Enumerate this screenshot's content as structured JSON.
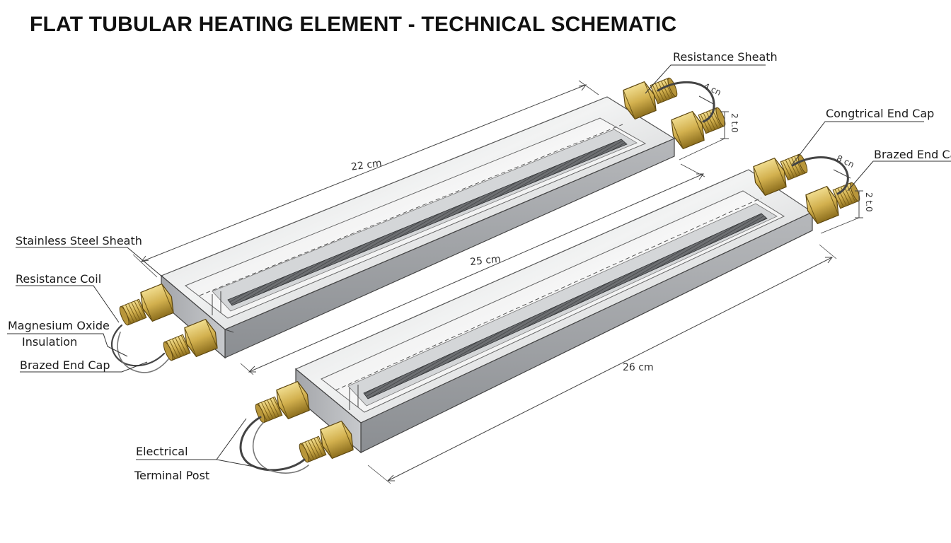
{
  "title": "FLAT TUBULAR HEATING ELEMENT - TECHNICAL SCHEMATIC",
  "labels": {
    "resistance_sheath": "Resistance Sheath",
    "congtrical_end_cap": "Congtrical End Cap",
    "brazed_end_cap_right": "Brazed End Ca",
    "stainless_steel_sheath": "Stainless Steel Sheath",
    "resistance_coil": "Resistance Coil",
    "magnesium_oxide_line1": "Magnesium Oxide",
    "magnesium_oxide_line2": "Insulation",
    "brazed_end_cap_left": "Brazed End Cap",
    "electrical_line1": "Electrical",
    "electrical_line2": "Terminal Post"
  },
  "dimensions": {
    "top_length": "22 cm",
    "middle_length": "25 cm",
    "bottom_length": "26 cm",
    "top_lead_length": "4 cn",
    "top_lead_height": "2 t.0",
    "bottom_lead_length": "8 cn",
    "bottom_lead_height": "2 t.0"
  },
  "colors": {
    "steel_light": "#e6e7e8",
    "steel_mid": "#b9bbbe",
    "steel_dark": "#8d9094",
    "brass": "#d6b95a",
    "brass_dark": "#8a6f1f",
    "line": "#333333"
  }
}
